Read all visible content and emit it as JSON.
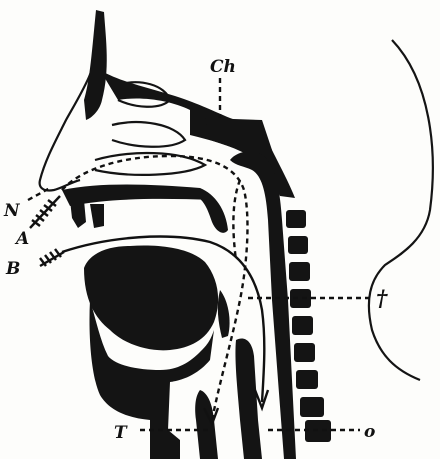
{
  "figure": {
    "labels": {
      "ch": "Ch",
      "n": "N",
      "a": "A",
      "b": "B",
      "dagger": "†",
      "t": "T",
      "o": "o"
    }
  }
}
